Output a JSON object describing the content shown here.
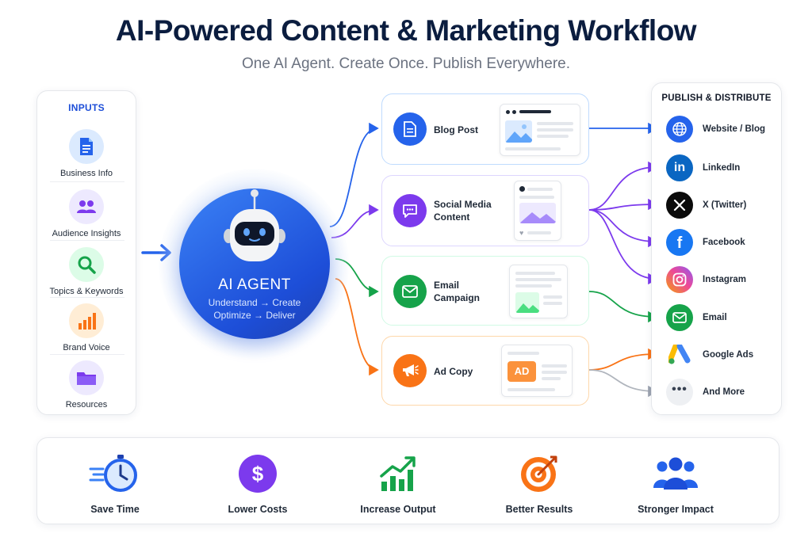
{
  "header": {
    "title": "AI-Powered Content & Marketing Workflow",
    "subtitle": "One AI Agent. Create Once. Publish Everywhere."
  },
  "inputs": {
    "title": "INPUTS",
    "items": [
      {
        "label": "Business Info",
        "icon": "document-icon"
      },
      {
        "label": "Audience Insights",
        "icon": "users-icon"
      },
      {
        "label": "Topics & Keywords",
        "icon": "search-icon"
      },
      {
        "label": "Brand Voice",
        "icon": "bar-chart-icon"
      },
      {
        "label": "Resources",
        "icon": "folder-icon"
      }
    ]
  },
  "agent": {
    "title": "AI AGENT",
    "line1": "Understand → Create",
    "line2": "Optimize → Deliver",
    "icon": "robot-icon"
  },
  "content": {
    "blog": {
      "label": "Blog Post",
      "icon": "document-icon"
    },
    "social": {
      "line1": "Social Media",
      "line2": "Content",
      "icon": "chat-bubble-icon"
    },
    "email": {
      "line1": "Email",
      "line2": "Campaign",
      "icon": "envelope-icon"
    },
    "ad": {
      "label": "Ad Copy",
      "badge": "AD",
      "icon": "megaphone-icon"
    }
  },
  "publish": {
    "title": "PUBLISH & DISTRIBUTE",
    "items": [
      {
        "label": "Website / Blog",
        "icon": "globe-icon"
      },
      {
        "label": "LinkedIn",
        "icon": "linkedin-icon"
      },
      {
        "label": "X (Twitter)",
        "icon": "x-icon"
      },
      {
        "label": "Facebook",
        "icon": "facebook-icon"
      },
      {
        "label": "Instagram",
        "icon": "instagram-icon"
      },
      {
        "label": "Email",
        "icon": "envelope-icon"
      },
      {
        "label": "Google Ads",
        "icon": "google-ads-icon"
      },
      {
        "label": "And More",
        "icon": "more-icon"
      }
    ]
  },
  "benefits": [
    {
      "label": "Save Time",
      "icon": "stopwatch-icon"
    },
    {
      "label": "Lower Costs",
      "icon": "dollar-icon"
    },
    {
      "label": "Increase Output",
      "icon": "growth-chart-icon"
    },
    {
      "label": "Better Results",
      "icon": "target-icon"
    },
    {
      "label": "Stronger Impact",
      "icon": "team-icon"
    }
  ],
  "colors": {
    "blue": "#2563eb",
    "purple": "#7c3aed",
    "green": "#16a34a",
    "orange": "#f97316",
    "navy": "#0b1d3f"
  }
}
